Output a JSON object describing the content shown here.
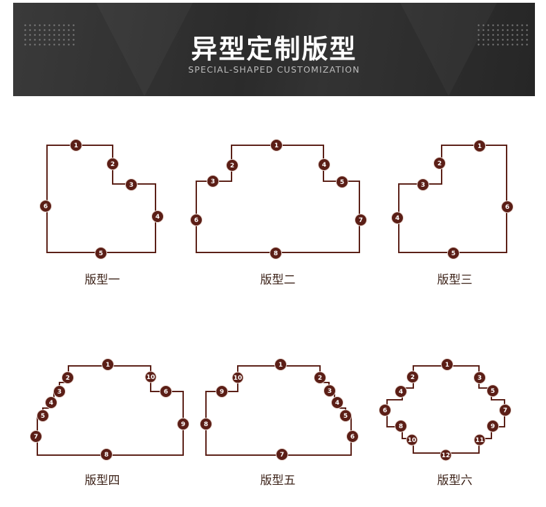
{
  "header": {
    "title": "异型定制版型",
    "subtitle": "SPECIAL-SHAPED CUSTOMIZATION"
  },
  "layouts": [
    {
      "caption": "版型一",
      "labels": [
        "1",
        "2",
        "3",
        "4",
        "5",
        "6"
      ]
    },
    {
      "caption": "版型二",
      "labels": [
        "1",
        "2",
        "3",
        "4",
        "5",
        "6",
        "7",
        "8"
      ]
    },
    {
      "caption": "版型三",
      "labels": [
        "1",
        "2",
        "3",
        "4",
        "5",
        "6"
      ]
    },
    {
      "caption": "版型四",
      "labels": [
        "1",
        "2",
        "3",
        "4",
        "5",
        "6",
        "7",
        "8",
        "9",
        "10"
      ]
    },
    {
      "caption": "版型五",
      "labels": [
        "1",
        "2",
        "3",
        "4",
        "5",
        "6",
        "7",
        "8",
        "9",
        "10"
      ]
    },
    {
      "caption": "版型六",
      "labels": [
        "1",
        "2",
        "3",
        "4",
        "5",
        "6",
        "7",
        "8",
        "9",
        "10",
        "11",
        "12"
      ]
    }
  ],
  "colors": {
    "outline": "#5a1f16",
    "marker": "#5b1e16",
    "banner": "#2e2e2e",
    "caption": "#3b2117"
  }
}
